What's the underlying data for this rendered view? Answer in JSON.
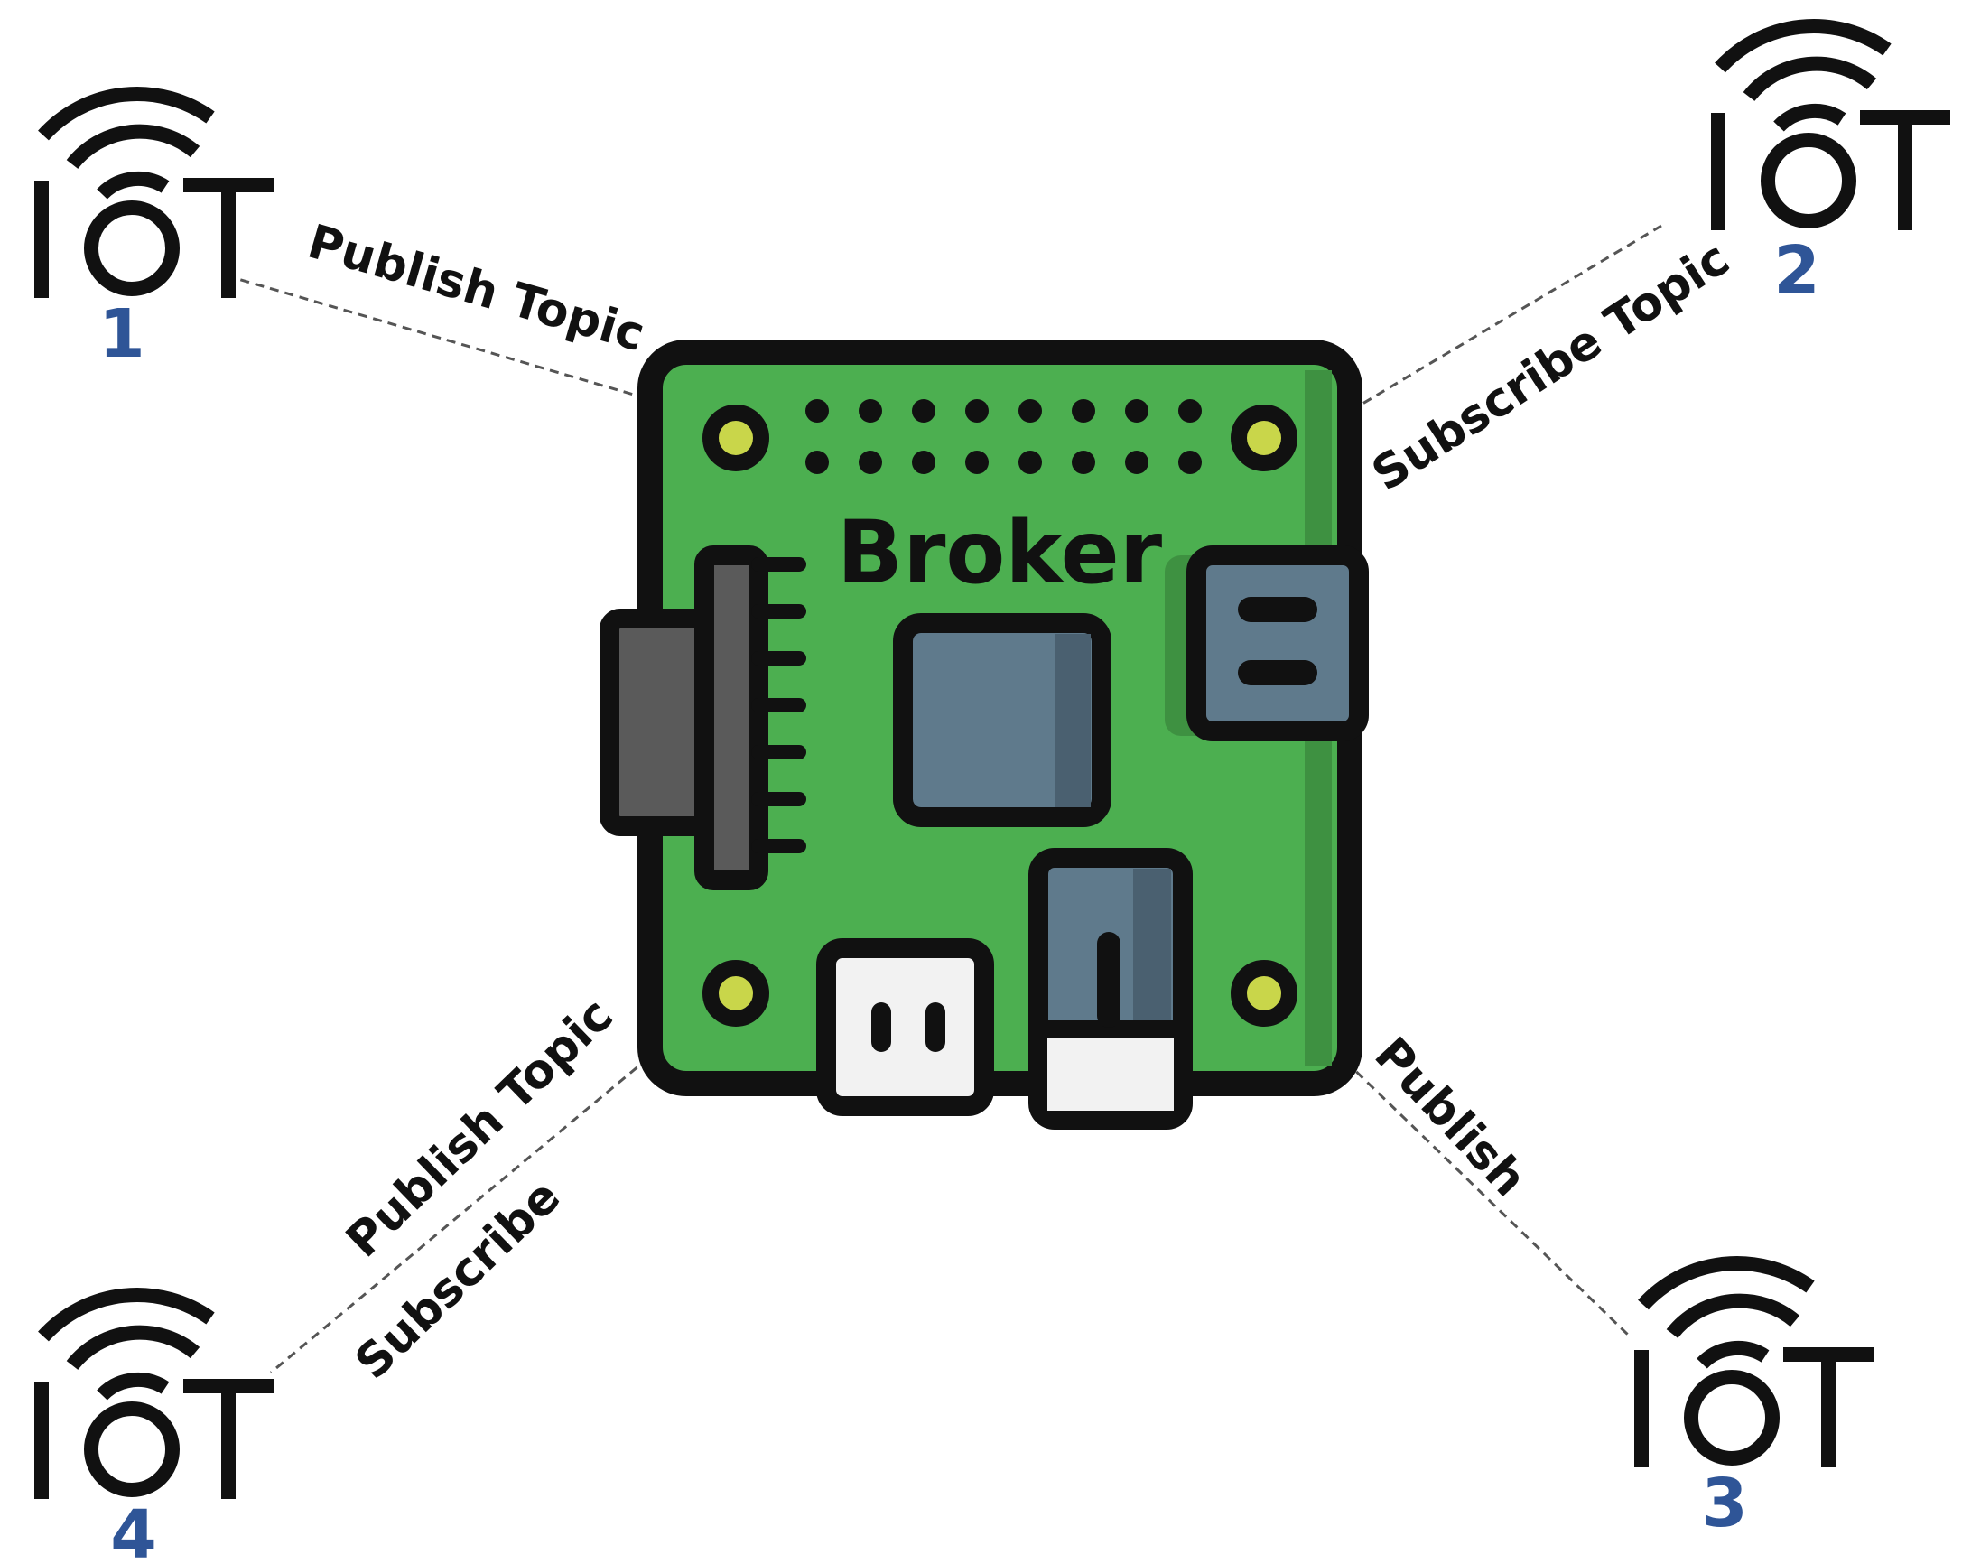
{
  "broker": {
    "label": "Broker"
  },
  "iot_brand": {
    "word": "IOT"
  },
  "devices": [
    {
      "number": "1"
    },
    {
      "number": "2"
    },
    {
      "number": "3"
    },
    {
      "number": "4"
    }
  ],
  "connections": [
    {
      "device": "1",
      "labels": [
        "Publish Topic"
      ]
    },
    {
      "device": "2",
      "labels": [
        "Subscribe Topic"
      ]
    },
    {
      "device": "3",
      "labels": [
        "Publish"
      ]
    },
    {
      "device": "4",
      "labels": [
        "Publish Topic",
        "Subscribe"
      ]
    }
  ],
  "colors": {
    "board_green": "#4caf50",
    "board_outline": "#111111",
    "chip": "#5f7a8c",
    "number_blue": "#2f5597",
    "line": "#555555"
  }
}
